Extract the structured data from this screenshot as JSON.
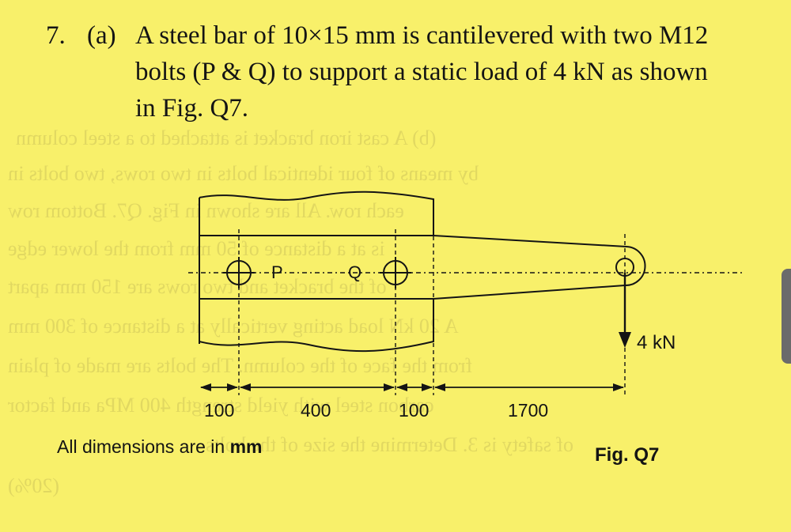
{
  "question": {
    "number": "7.",
    "part": "(a)",
    "line1": "A steel bar of 10×15 mm is cantilevered with two M12",
    "line2": "bolts (P & Q) to support a static load of 4 kN as shown",
    "line3": "in Fig. Q7."
  },
  "figure": {
    "hole_p_label": "P",
    "hole_q_label": "Q",
    "load_label": "4 kN",
    "dimensions": [
      "100",
      "400",
      "100",
      "1700"
    ],
    "note_prefix": "All dimensions are in ",
    "note_unit": "mm",
    "caption": "Fig. Q7"
  },
  "colors": {
    "page": "#f8f06a",
    "ink": "#141414"
  }
}
